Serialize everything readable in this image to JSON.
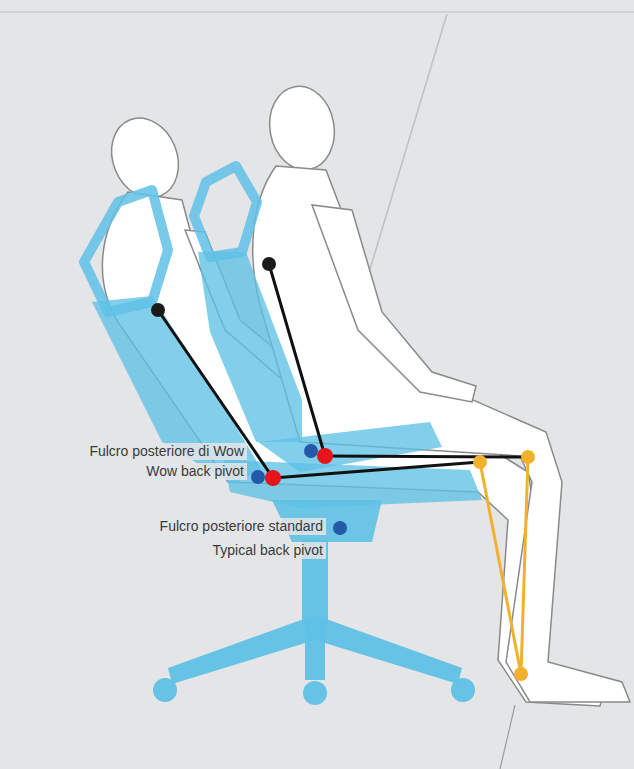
{
  "diagram": {
    "labels": [
      "Fulcro posteriore di Wow",
      "Wow back pivot",
      "Fulcro posteriore standard",
      "Typical back pivot"
    ]
  }
}
